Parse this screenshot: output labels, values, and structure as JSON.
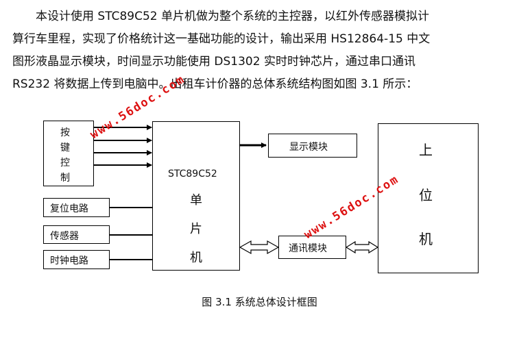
{
  "paragraph": {
    "line1": "本设计使用 STC89C52 单片机做为整个系统的主控器，以红外传感器模拟计",
    "line2": "算行车里程，实现了价格统计这一基础功能的设计，输出采用 HS12864-15 中文",
    "line3": "图形液晶显示模块，时间显示功能使用 DS1302 实时时钟芯片，通过串口通讯",
    "line4": "RS232 将数据上传到电脑中。出租车计价器的总体系统结构图如图 3.1 所示："
  },
  "diagram": {
    "key_control": [
      "按",
      "键",
      "控",
      "制"
    ],
    "reset_circuit": "复位电路",
    "sensor": "传感器",
    "clock_circuit": "时钟电路",
    "mcu_model": "STC89C52",
    "mcu_label": [
      "单",
      "片",
      "机"
    ],
    "display_module": "显示模块",
    "comm_module": "通讯模块",
    "host_pc": [
      "上",
      "位",
      "机"
    ]
  },
  "caption": "图 3.1 系统总体设计框图",
  "watermark": "www.56doc.com"
}
